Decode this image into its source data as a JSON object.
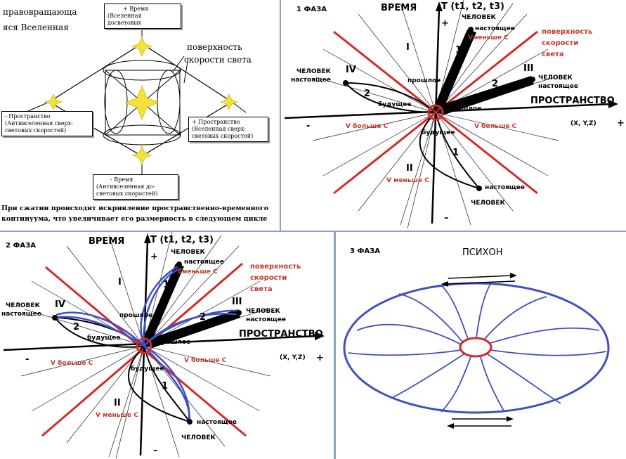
{
  "diagram1": {
    "title_line1": "правовращающа",
    "title_line2": "яся Вселенная",
    "box_time_plus_l1": "+ Время",
    "box_time_plus_l2": "(Вселенная",
    "box_time_plus_l3": "досветовых",
    "box_space_minus_l1": "- Пространство",
    "box_space_minus_l2": "(Антивселенная сверх-",
    "box_space_minus_l3": "световых скоростей)",
    "box_space_plus_l1": "+ Пространство",
    "box_space_plus_l2": "(Вселенная сверх-",
    "box_space_plus_l3": "световых скоростей)",
    "box_time_minus_l1": "- Время",
    "box_time_minus_l2": "(Антивселенная до-",
    "box_time_minus_l3": "световых скоростей)",
    "surface_l1": "поверхность",
    "surface_l2": "скорости света",
    "caption_l1": "При сжатии происходит искривление пространственно-временного",
    "caption_l2": "континуума, что увеличивает его размерность в следующем цикле"
  },
  "phase1": {
    "title": "1 ФАЗА",
    "time_label": "ВРЕМЯ",
    "t_axis": "T (t1, t2, t3)",
    "plus_top": "+",
    "minus_bottom": "–",
    "minus_left": "-",
    "plus_right": "+",
    "space_label": "ПРОСТРАНСТВО",
    "xyz": "(X, Y,Z)",
    "surface_l1": "поверхность",
    "surface_l2": "скорости",
    "surface_l3": "света",
    "v_less_top": "Vменьше С",
    "v_more_left": "V больше С",
    "v_more_right": "V больше С",
    "v_less_bottom": "V меньше С",
    "human": "ЧЕЛОВЕК",
    "present": "настоящее",
    "past": "прошлое",
    "future": "будущее",
    "q1": "I",
    "q2": "II",
    "q3": "III",
    "q4": "IV",
    "n1": "1",
    "n2": "2"
  },
  "phase2": {
    "title": "2 ФАЗА",
    "time_label": "ВРЕМЯ",
    "t_axis": "T (t1, t2, t3)",
    "plus_top": "+",
    "minus_bottom": "–",
    "minus_left": "-",
    "plus_right": "+",
    "space_label": "ПРОСТРАНСТВО",
    "xyz": "(X, Y,Z)",
    "surface_l1": "поверхность",
    "surface_l2": "скорости",
    "surface_l3": "света",
    "v_less_top": "Vменьше С",
    "v_more_left": "V больше С",
    "v_more_right": "V больше С",
    "v_less_bottom": "V меньше С",
    "human": "ЧЕЛОВЕК",
    "present": "настоящее",
    "past": "прошлое",
    "future": "будущее",
    "q1": "I",
    "q2": "II",
    "q3": "III",
    "q4": "IV",
    "n1": "1",
    "n2": "2"
  },
  "phase3": {
    "title": "3 ФАЗА",
    "name": "ПСИХОН"
  },
  "colors": {
    "red": "#d42a2a",
    "blue": "#3f4fc4",
    "black": "#000000",
    "star": "#f5e03a"
  }
}
